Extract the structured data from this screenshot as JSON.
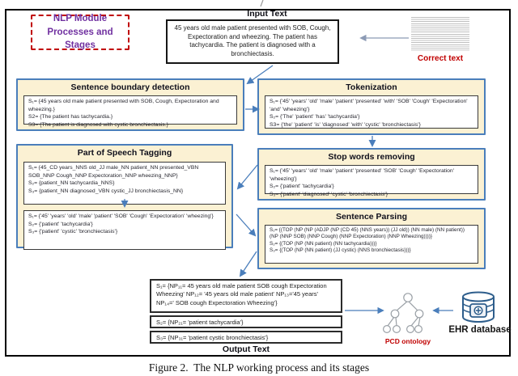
{
  "colors": {
    "accent_blue": "#4A7EBB",
    "stage_fill": "#FBF1D3",
    "red": "#C00000",
    "purple": "#7030A0"
  },
  "labels": {
    "module_line1": "NLP Module",
    "module_line2": "Processes and Stages",
    "input_text": "Input Text",
    "output_text": "Output Text",
    "correct_text": "Correct text",
    "pcd_ontology": "PCD ontology",
    "ehr_database": "EHR database",
    "caption": "Figure 2.  The NLP working process and its stages"
  },
  "icons": {
    "pcd_ontology": "tree-diagram-icon",
    "ehr_database": "database-cylinder-icon",
    "correct_text_doc": "document-text-thumbnail"
  },
  "input_box": {
    "text": "45 years old male patient presented with SOB, Cough, Expectoration and wheezing. The patient has tachycardia. The patient is  diagnosed with a bronchiectasis."
  },
  "stages": {
    "sbd": {
      "title": "Sentence boundary detection",
      "lines": [
        "S₁= {45 years old male patient presented with SOB, Cough, Expectoration and wheezing.}",
        "S2= {The patient has tachycardia.}",
        "S3= {The patient is diagnosed with cystic bronchiectasis.}"
      ]
    },
    "tokenization": {
      "title": "Tokenization",
      "lines": [
        "S₁= {'45' 'years' 'old' 'male' 'patient' 'presented' 'with' 'SOB' 'Cough' 'Expectoration' 'and' 'wheezing'}",
        "S₂= {'The' 'patient' 'has' 'tachycardia'}",
        "S3= {'the' 'patient' 'is' 'diagnosed' 'with' 'cystic' 'bronchiectasis'}"
      ]
    },
    "pos": {
      "title": "Part of Speech Tagging",
      "tagged": [
        "S₁= {45_CD years_NNS old_JJ male_NN patient_NN presented_VBN SOB_NNP Cough_NNP Expectoration_NNP wheezing_NNP}",
        "S₂= {patient_NN tachycardia_NNS}",
        "S₃= {patient_NN diagnosed_VBN cystic_JJ bronchiectasis_NN}"
      ],
      "untagged": [
        "S₁= {'45' 'years' 'old' 'male' 'patient' 'SOB' 'Cough' 'Expectoration' 'wheezing'}",
        "S₂= {'patient' 'tachycardia'}",
        "S₃= {'patient' 'cystic' 'bronchiectasis'}"
      ]
    },
    "stopwords": {
      "title": "Stop words removing",
      "lines": [
        "S₁= {'45' 'years' 'old' 'male' 'patient' 'presented' 'SOB' 'Cough' 'Expectoration' 'wheezing'}",
        "S₂= {'patient' 'tachycardia'}",
        "S₃= {'patient' 'diagnosed' 'cystic' 'bronchiectasis'}"
      ]
    },
    "parsing": {
      "title": "Sentence Parsing",
      "lines": [
        "S₁= {(TOP (NP (NP (ADJP (NP (CD 45) (NNS years)) (JJ old)) (NN male) (NN patient)) (NP (NNP SOB) (NNP Cough) (NNP Expectoration) (NNP Wheezing))))}",
        "S₂= {(TOP (NP (NN patient) (NN tachycardia)))}",
        "S₃= {(TOP (NP (NN patient) (JJ cystic) (NNS bronchiectasis)))}"
      ]
    }
  },
  "output": {
    "s1": "S₁= {NP₁₁= 45 years old  male patient SOB cough Expectoration Wheezing' NP₁₂= '45 years old male patient' NP₁₃='45 years' NP₁₄=' SOB cough Expectoration Wheezing'}",
    "s2": "S₂= {NP₂₁= 'patient tachycardia'}",
    "s3": "S₃= {NP₃₁= 'patient cystic bronchiectasis'}"
  }
}
